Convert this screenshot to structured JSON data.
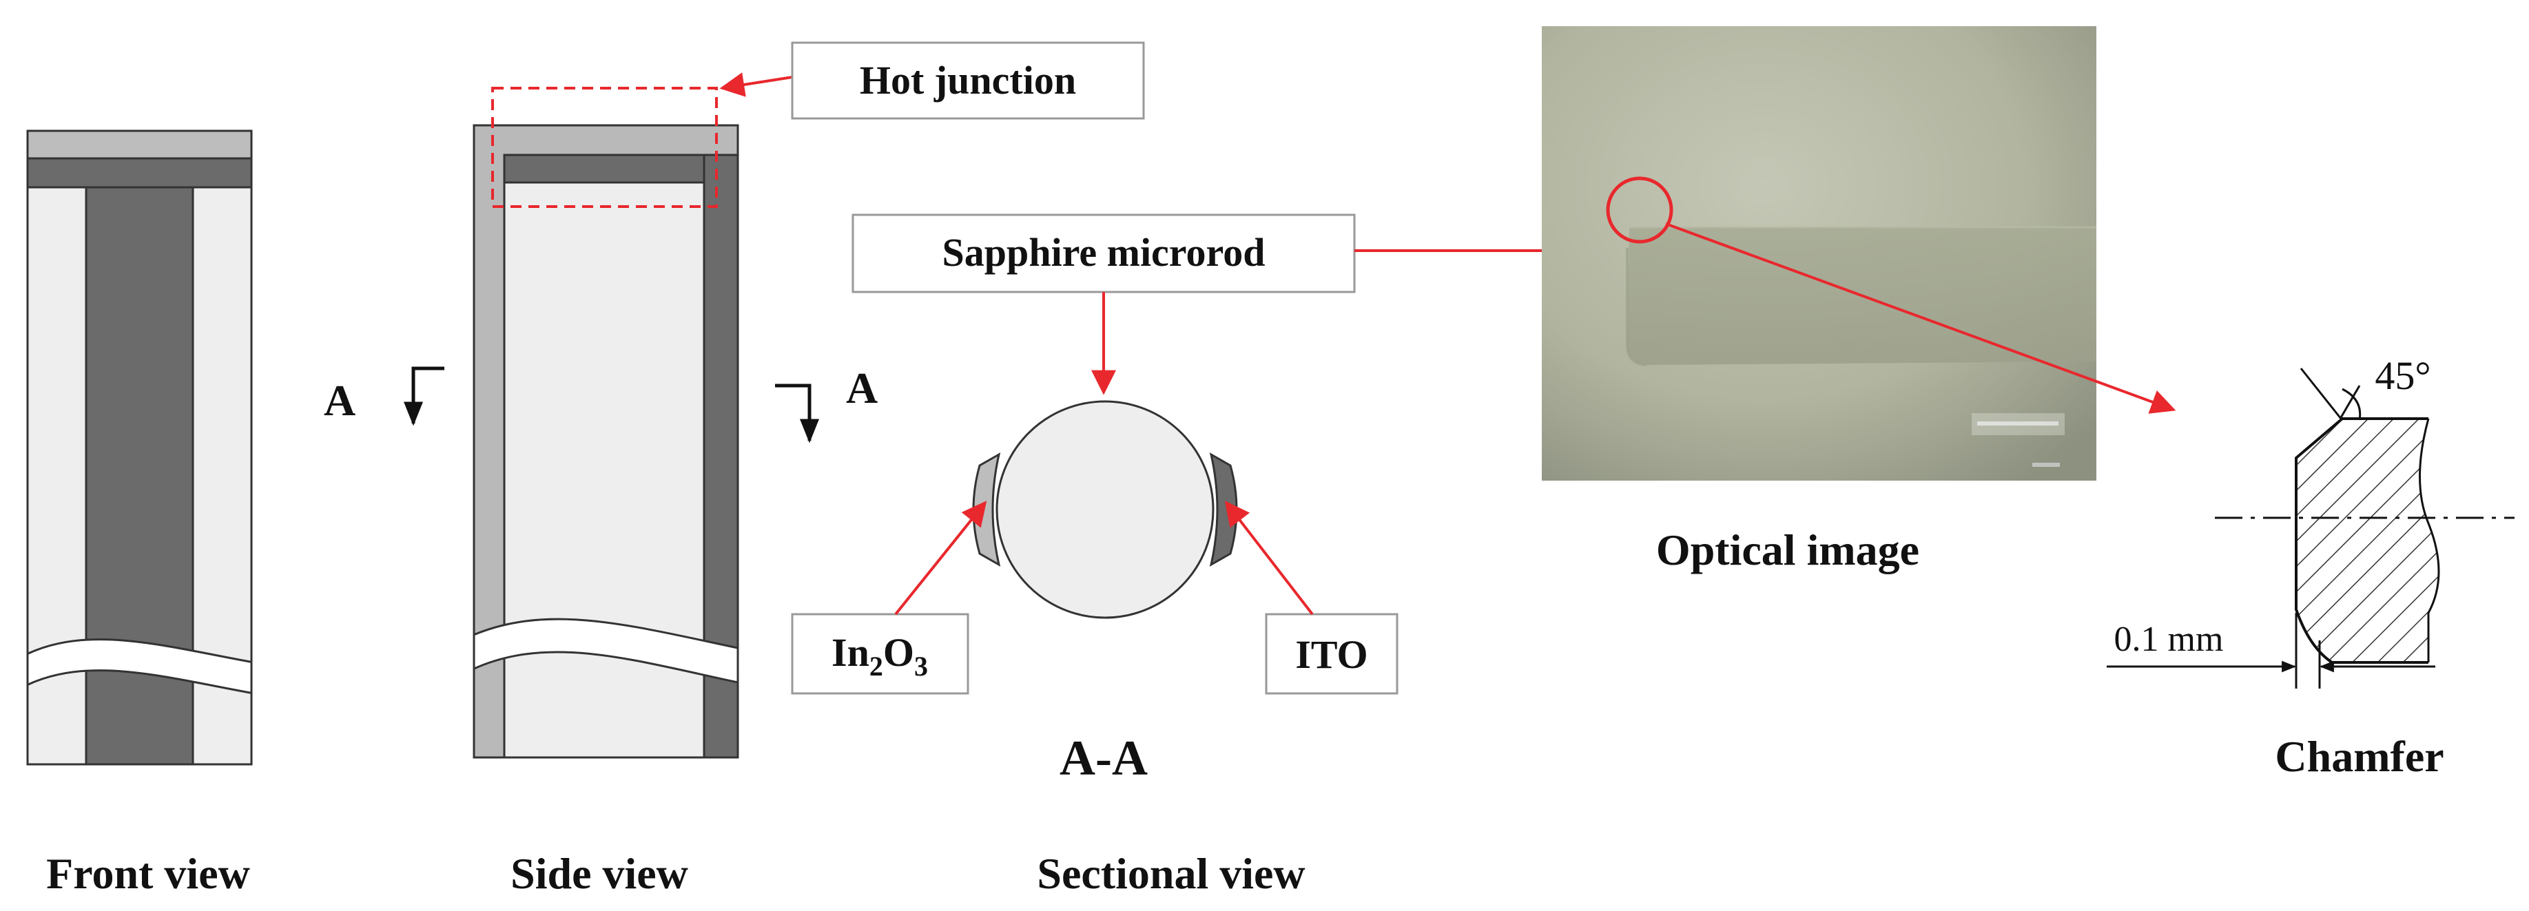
{
  "labels": {
    "hot_junction": "Hot junction",
    "sapphire_microrod": "Sapphire microrod",
    "section_letter_left": "A",
    "section_letter_right": "A",
    "in2o3_main": "In",
    "in2o3_sub1": "2",
    "in2o3_mid": "O",
    "in2o3_sub2": "3",
    "ito": "ITO",
    "section_title": "A-A",
    "optical_image": "Optical image",
    "angle": "45°",
    "dimension": "0.1 mm",
    "chamfer": "Chamfer",
    "front_view": "Front view",
    "side_view": "Side view",
    "sectional_view": "Sectional view"
  },
  "colors": {
    "accent_red": "#e8282d",
    "film_dark": "#6b6b6b",
    "film_light": "#b9b9b9",
    "substrate": "#eeeeee",
    "outline": "#333333",
    "photo_base": "#a8ad98"
  }
}
